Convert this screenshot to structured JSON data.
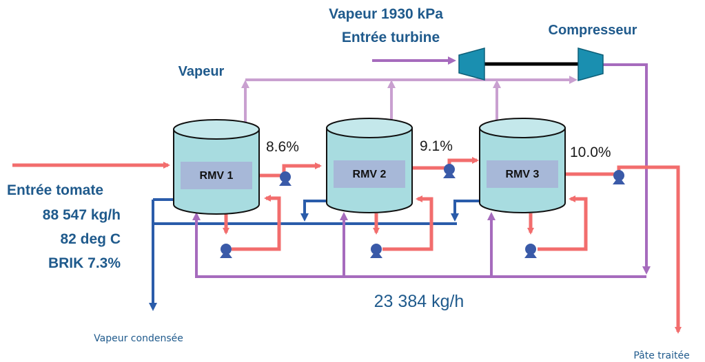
{
  "labels": {
    "steam_supply_line1": "Vapeur 1930 kPa",
    "steam_supply_line2": "Entrée turbine",
    "compressor": "Compresseur",
    "vapor": "Vapeur",
    "tomato_inlet": "Entrée tomate",
    "inlet_flow": "88 547 kg/h",
    "inlet_temp": "82 deg C",
    "inlet_brix": "BRIK 7.3%",
    "recirc_flow": "23 384 kg/h",
    "condensate": "Vapeur condensée",
    "product": "Pâte traitée"
  },
  "tanks": [
    {
      "label": "RMV 1",
      "outlet_pct": "8.6%"
    },
    {
      "label": "RMV 2",
      "outlet_pct": "9.1%"
    },
    {
      "label": "RMV 3",
      "outlet_pct": "10.0%"
    }
  ],
  "colors": {
    "product_line": "#f26d6d",
    "steam_line": "#c9a0d0",
    "recirc_line": "#a66bbd",
    "condensate_line": "#2a5caa",
    "tank_fill": "#a8dce0",
    "tank_label_box": "#a7b8d8",
    "pump": "#3a5aa8",
    "compressor": "#1a8fb0",
    "text": "#1f5a8c"
  }
}
